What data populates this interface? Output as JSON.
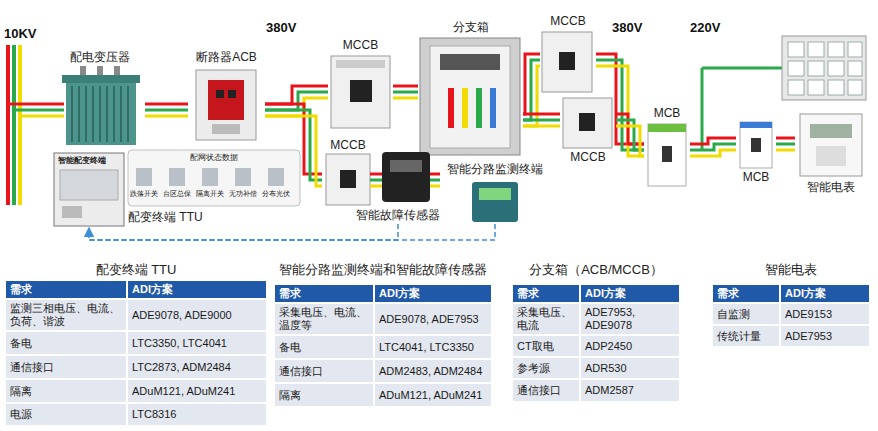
{
  "diagram": {
    "nodes": [
      {
        "text": [
          "配电变压器"
        ]
      },
      {
        "text": [
          "断路器ACB"
        ]
      },
      {
        "text": [
          "MCCB"
        ]
      },
      {
        "text": [
          "分支箱"
        ]
      },
      {
        "text": [
          "MCCB"
        ]
      },
      {
        "text": [
          "MCCB"
        ]
      },
      {
        "text": [
          "MCB"
        ]
      },
      {
        "text": [
          "MCB"
        ]
      },
      {
        "text": [
          "智能电表"
        ]
      },
      {
        "text": [
          "智能配变终端",
          "配变终端 TTU"
        ]
      },
      {
        "text": [
          "配网状态数据"
        ]
      },
      {
        "text": [
          "MCCB"
        ]
      },
      {
        "text": [
          "智能故障传感器"
        ]
      },
      {
        "text": [
          "智能分路监测终端"
        ]
      }
    ],
    "edges": [
      {
        "from": 0,
        "to": 1,
        "arrow": "none"
      },
      {
        "from": 1,
        "to": 2,
        "arrow": "none"
      },
      {
        "from": 1,
        "to": 11,
        "arrow": "none"
      },
      {
        "from": 2,
        "to": 3,
        "arrow": "none"
      },
      {
        "from": 3,
        "to": 4,
        "arrow": "none"
      },
      {
        "from": 3,
        "to": 5,
        "arrow": "none"
      },
      {
        "from": 4,
        "to": 6,
        "arrow": "none"
      },
      {
        "from": 5,
        "to": 6,
        "arrow": "none"
      },
      {
        "from": 6,
        "to": 7,
        "arrow": "none"
      },
      {
        "from": 7,
        "to": 8,
        "arrow": "none"
      },
      {
        "from": 13,
        "to": 9,
        "arrow": "to"
      },
      {
        "from": 12,
        "to": 9,
        "arrow": "to"
      }
    ],
    "labels": [
      "10KV",
      "380V",
      "380V",
      "220V",
      "跌落开关",
      "台区总保",
      "隔离开关",
      "无功补偿",
      "分布光伏",
      "配变终端 TTU",
      "需求",
      "ADI方案",
      "监测三相电压、电流、负荷、谐波",
      "ADE9078, ADE9000",
      "备电",
      "LTC3350, LTC4041",
      "通信接口",
      "LTC2873, ADM2484",
      "隔离",
      "ADuM121, ADuM241",
      "电源",
      "LTC8316",
      "智能分路监测终端和智能故障传感器",
      "需求",
      "ADI方案",
      "采集电压、电流、温度等",
      "ADE9078, ADE7953",
      "备电",
      "LTC4041, LTC3350",
      "通信接口",
      "ADM2483, ADM2484",
      "隔离",
      "ADuM121, ADuM241",
      "分支箱（ACB/MCCB）",
      "需求",
      "ADI方案",
      "采集电压、电流",
      "ADE7953, ADE9078",
      "CT取电",
      "ADP2450",
      "参考源",
      "ADR530",
      "通信接口",
      "ADM2587",
      "智能电表",
      "需求",
      "ADI方案",
      "自监测",
      "ADE9153",
      "传统计量",
      "ADE7953"
    ]
  }
}
